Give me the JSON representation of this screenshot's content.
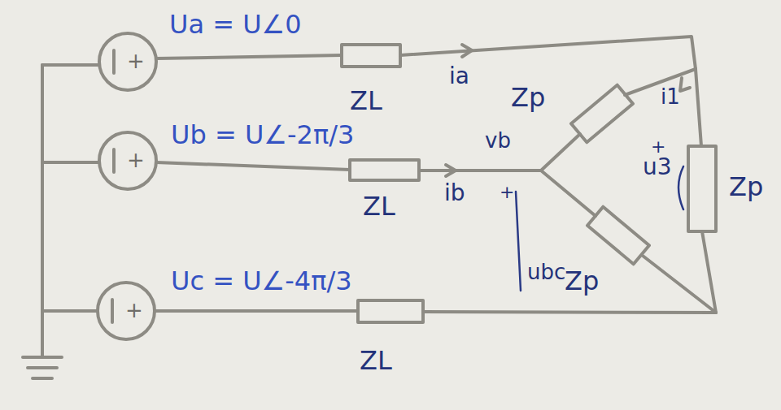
{
  "diagram": {
    "labels": [
      "Ua = U∠0",
      "ia",
      "ZL",
      "Zp",
      "i1",
      "Ub = U∠-2π/3",
      "vb",
      "ib",
      "+",
      "+",
      "u3",
      "Zp",
      "ZL",
      "Zp",
      "ubc",
      "Uc = U∠-4π/3",
      "ZL",
      "+",
      "+",
      "+"
    ]
  }
}
